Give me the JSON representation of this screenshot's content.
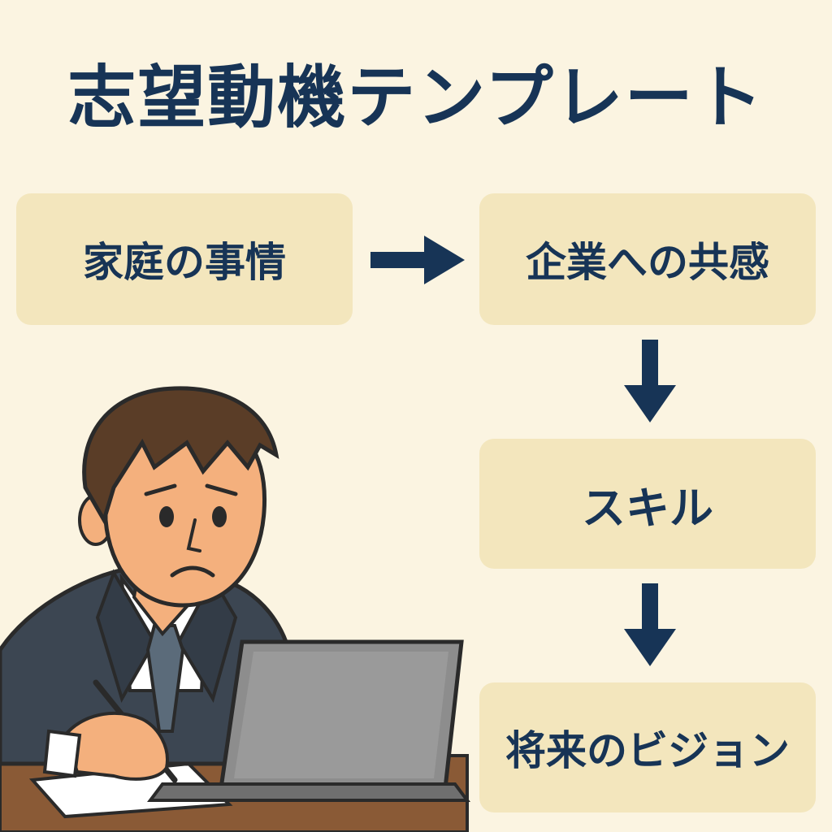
{
  "title": "志望動機テンプレート",
  "flow": {
    "steps": [
      {
        "label": "家庭の事情"
      },
      {
        "label": "企業への共感"
      },
      {
        "label": "スキル"
      },
      {
        "label": "将来のビジョン"
      }
    ]
  },
  "colors": {
    "background": "#fbf4e1",
    "box": "#f3e6bd",
    "text": "#173456",
    "arrow": "#173456"
  },
  "illustration": {
    "icon": "worried-businessman-laptop-icon"
  }
}
